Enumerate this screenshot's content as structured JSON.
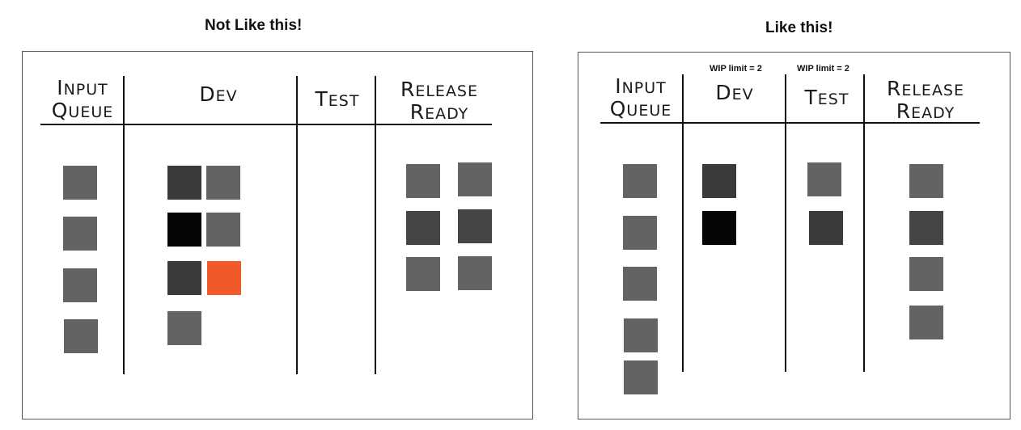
{
  "left_panel": {
    "title": "Not Like this!",
    "columns": [
      {
        "label_first": "I",
        "label_rest": "NPUT",
        "label2_first": "Q",
        "label2_rest": "UEUE"
      },
      {
        "label_first": "D",
        "label_rest": "EV"
      },
      {
        "label_first": "T",
        "label_rest": "EST"
      },
      {
        "label_first": "R",
        "label_rest": "ELEASE",
        "label2_first": "R",
        "label2_rest": "EADY"
      }
    ],
    "cards": {
      "input_queue": [
        "gray",
        "gray",
        "gray",
        "gray"
      ],
      "dev": [
        "dark",
        "gray",
        "black",
        "gray",
        "dark",
        "orange",
        "gray"
      ],
      "test": [],
      "release_ready": [
        "gray",
        "gray",
        "darker",
        "darker",
        "gray",
        "gray"
      ]
    }
  },
  "right_panel": {
    "title": "Like this!",
    "wip_dev": "WIP limit = 2",
    "wip_test": "WIP limit = 2",
    "columns": [
      {
        "label_first": "I",
        "label_rest": "NPUT",
        "label2_first": "Q",
        "label2_rest": "UEUE"
      },
      {
        "label_first": "D",
        "label_rest": "EV"
      },
      {
        "label_first": "T",
        "label_rest": "EST"
      },
      {
        "label_first": "R",
        "label_rest": "ELEASE",
        "label2_first": "R",
        "label2_rest": "EADY"
      }
    ],
    "cards": {
      "input_queue": [
        "gray",
        "gray",
        "gray",
        "gray",
        "gray"
      ],
      "dev": [
        "dark",
        "black"
      ],
      "test": [
        "gray",
        "dark"
      ],
      "release_ready": [
        "gray",
        "darker",
        "gray",
        "gray"
      ]
    }
  },
  "colors": {
    "gray": "#636363",
    "dark": "#3a3a3a",
    "darker": "#454545",
    "black": "#050505",
    "orange": "#f05a2b"
  }
}
